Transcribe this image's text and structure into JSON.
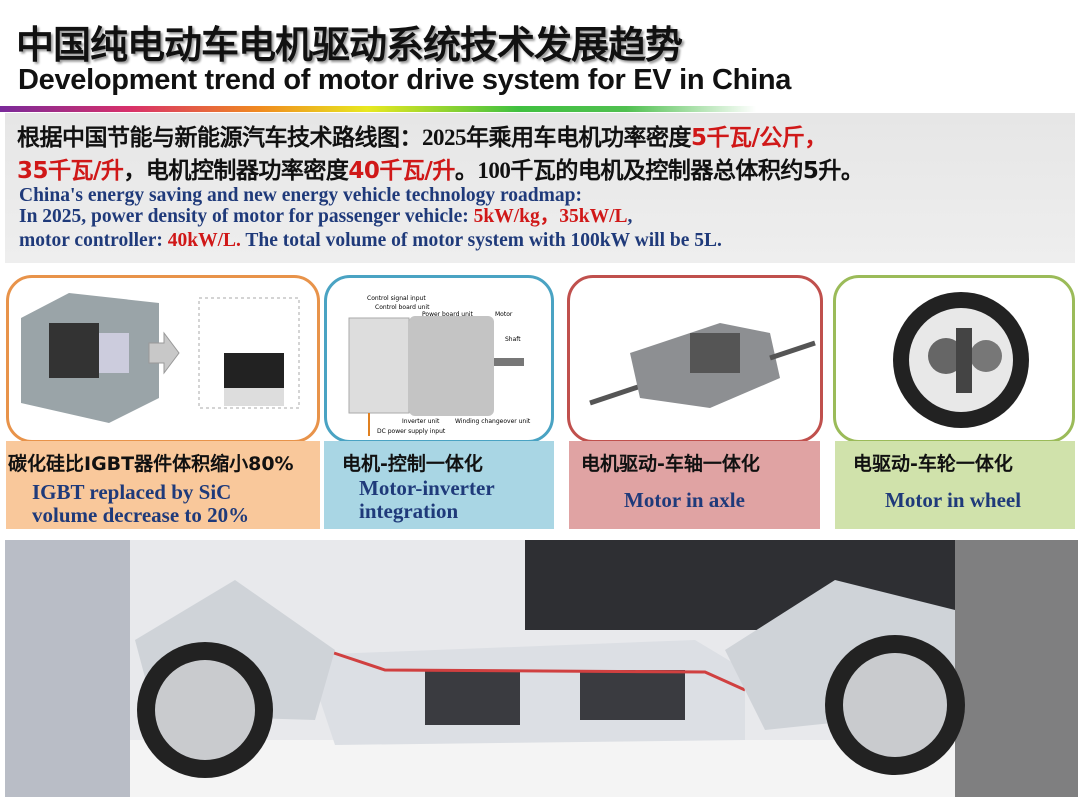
{
  "header": {
    "title_cn": "中国纯电动车电机驱动系统技术发展趋势",
    "title_en": "Development trend of motor drive system for EV in China"
  },
  "summary": {
    "cn_line1_a": "根据中国节能与新能源汽车技术路线图：",
    "cn_line1_b": "2025",
    "cn_line1_c": "年乘用车电机功率密度",
    "cn_line1_red": "5千瓦/公斤，",
    "cn_line2_red1": "35千瓦/升",
    "cn_line2_a": "，电机控制器功率密度",
    "cn_line2_red2": "40千瓦/升",
    "cn_line2_b": "。",
    "cn_line2_c": "100",
    "cn_line2_d": "千瓦的电机及控制器总体积约5升。",
    "en_line1": "China's energy saving and new energy vehicle technology roadmap:",
    "en_line2_a": "In 2025, power density of motor for passenger vehicle: ",
    "en_line2_red": "5kW/kg，35kW/L",
    "en_line2_b": ",",
    "en_line3_a": "motor controller: ",
    "en_line3_red": "40kW/L.",
    "en_line3_b": " The total volume of motor system with 100kW will be 5L."
  },
  "panels": [
    {
      "label_cn": "碳化硅比IGBT器件体积缩小80%",
      "label_en_1": "IGBT replaced by SiC",
      "label_en_2": "volume decrease to 20%",
      "border": "#e8934a",
      "fill": "#f9c89b"
    },
    {
      "label_cn": "电机-控制一体化",
      "label_en_1": "Motor-inverter",
      "label_en_2": "integration",
      "border": "#4aa3c3",
      "fill": "#a9d6e4",
      "diagram_labels": [
        "Control signal input",
        "Control board unit",
        "Power board unit",
        "Motor",
        "Shaft",
        "Inverter unit",
        "Winding changeover unit",
        "DC power supply input"
      ]
    },
    {
      "label_cn": "电机驱动-车轴一体化",
      "label_en_1": "Motor in axle",
      "border": "#c0504d",
      "fill": "#e0a3a3"
    },
    {
      "label_cn": "电驱动-车轮一体化",
      "label_en_1": "Motor in wheel",
      "border": "#9bbb59",
      "fill": "#d0e2ab"
    }
  ],
  "colors": {
    "highlight": "#d01818",
    "english_text": "#1f3a7a"
  }
}
